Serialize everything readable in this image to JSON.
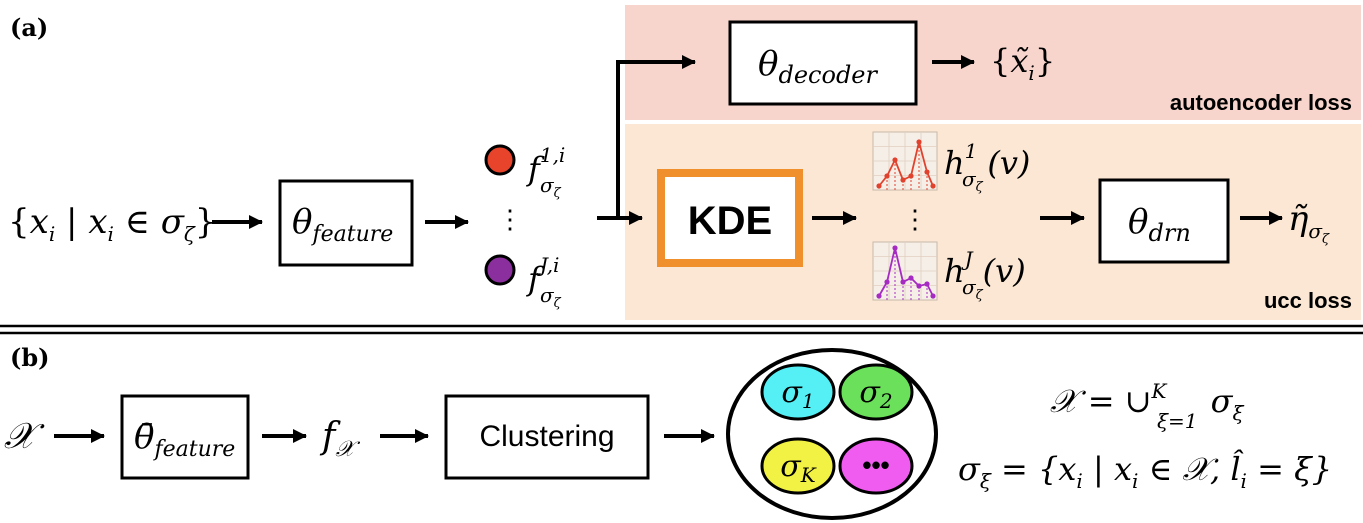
{
  "panel_a": {
    "label": "(a)",
    "input_set": {
      "pre": "{",
      "x1": "x",
      "i1": "i",
      "bar": " | ",
      "x2": "x",
      "i2": "i",
      "in": " ∈ ",
      "sigma": "σ",
      "zeta": "ζ",
      "post": "}"
    },
    "feature_box": {
      "theta": "θ",
      "sub": "feature"
    },
    "features": {
      "f": "f",
      "sigma": "σ",
      "zeta": "ζ",
      "top_sup": "1,i",
      "bottom_sup": "J,i",
      "dots": "⋮",
      "top_color": "#E8432B",
      "bottom_color": "#8C2F9E"
    },
    "decoder_box": {
      "theta": "θ",
      "sub": "decoder"
    },
    "decoder_output": {
      "open": "{",
      "x": "x̃",
      "i": "i",
      "close": "}"
    },
    "kde_box": {
      "label": "KDE",
      "border_color": "#F0902C"
    },
    "histograms": {
      "h": "h",
      "sigma": "σ",
      "zeta": "ζ",
      "arg": "(v)",
      "top_sup": "1",
      "bottom_sup": "J",
      "dots": "⋮",
      "top_color": "#E0422E",
      "bottom_color": "#A52BC2"
    },
    "drn_box": {
      "theta": "θ",
      "sub": "drn"
    },
    "drn_output": {
      "eta": "η̃",
      "sigma": "σ",
      "zeta": "ζ"
    },
    "autoencoder_region": {
      "label": "autoencoder loss",
      "color": "#F7D4CC"
    },
    "ucc_region": {
      "label": "ucc loss",
      "color": "#FBE7D4"
    }
  },
  "panel_b": {
    "label": "(b)",
    "input": "𝒳",
    "feature_box": {
      "theta": "θ̄",
      "sub": "feature"
    },
    "feature_output": {
      "f": "f",
      "sub": "𝒳"
    },
    "clustering_box": {
      "label": "Clustering"
    },
    "clusters": [
      {
        "sym": "σ",
        "sub": "1",
        "color": "#55F0F5"
      },
      {
        "sym": "σ",
        "sub": "2",
        "color": "#6BE05A"
      },
      {
        "sym": "σ",
        "sub": "K",
        "color": "#F2F244"
      },
      {
        "sym": "•••",
        "sub": "",
        "color": "#F05CF0"
      }
    ],
    "eq1": {
      "lhs": "𝒳 = ∪",
      "sup": "K",
      "sub": "ξ=1",
      "rhs": " σ",
      "rsub": "ξ"
    },
    "eq2": {
      "lhs": "σ",
      "lsub": "ξ",
      "mid": " = {x",
      "i1": "i",
      "bar": " | x",
      "i2": "i",
      "in": " ∈ 𝒳, ",
      "l": "l̂",
      "i3": "i",
      "rhs": " = ξ}"
    }
  }
}
